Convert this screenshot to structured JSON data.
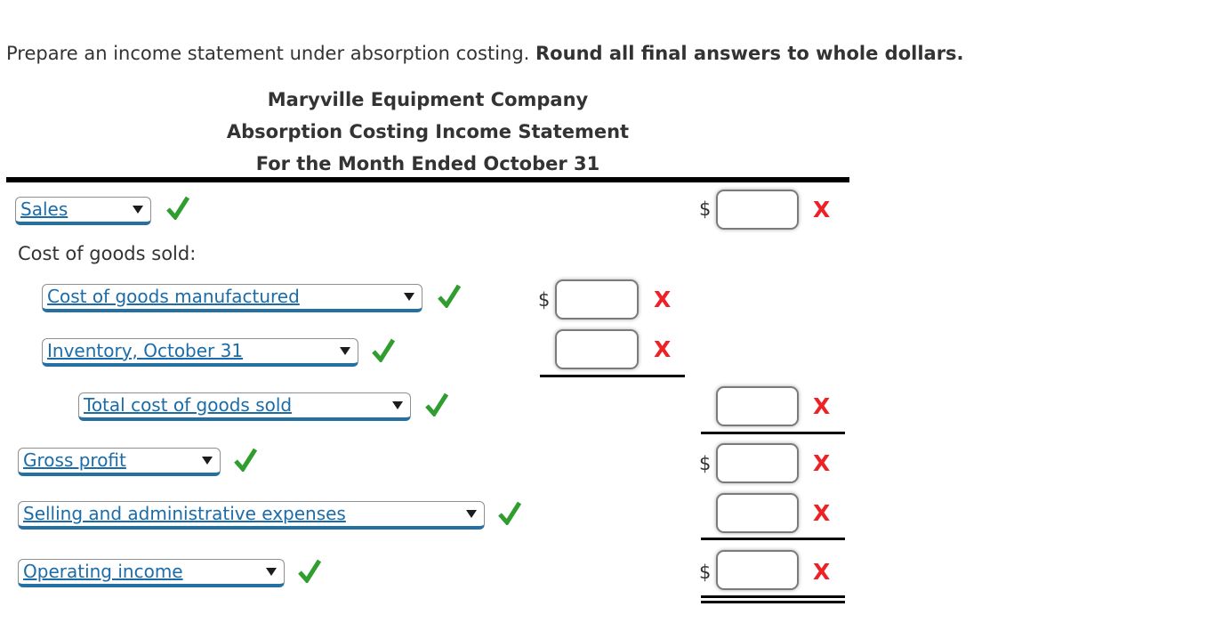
{
  "instruction": {
    "text_normal": "Prepare an income statement under absorption costing. ",
    "text_bold": "Round all final answers to whole dollars."
  },
  "statement_header": {
    "company": "Maryville Equipment Company",
    "title": "Absorption Costing Income Statement",
    "period": "For the Month Ended October 31"
  },
  "section": {
    "cost_of_goods_sold_label": "Cost of goods sold:"
  },
  "currency_symbol": "$",
  "marks": {
    "incorrect": "X"
  },
  "rows": {
    "sales": {
      "label": "Sales",
      "value": ""
    },
    "cogm": {
      "label": "Cost of goods manufactured",
      "value": ""
    },
    "inventory": {
      "label": "Inventory, October 31",
      "value": ""
    },
    "total_cogs": {
      "label": "Total cost of goods sold",
      "value": ""
    },
    "gross_profit": {
      "label": "Gross profit",
      "value": ""
    },
    "sga": {
      "label": "Selling and administrative expenses",
      "value": ""
    },
    "operating_income": {
      "label": "Operating income",
      "value": ""
    }
  },
  "colors": {
    "select_text_blue": "#1B6CA8",
    "select_underline_blue": "#2470A3",
    "check_green": "#2F9E2F",
    "x_red": "#EE2126",
    "text_dark": "#333333"
  }
}
